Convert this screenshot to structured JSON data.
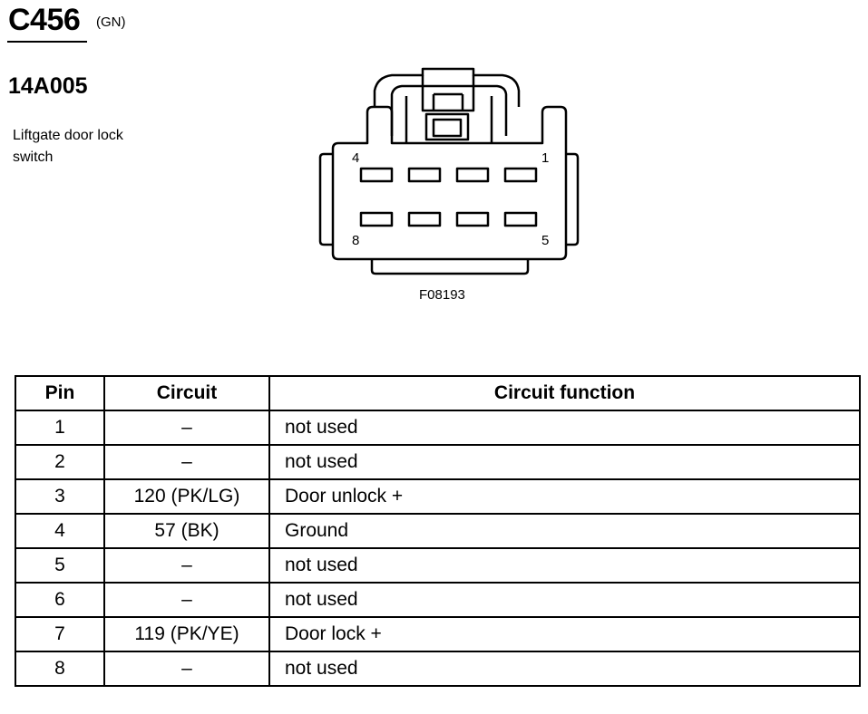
{
  "header": {
    "connector_id": "C456",
    "connector_color": "(GN)",
    "part_number": "14A005",
    "description_line1": "Liftgate door lock",
    "description_line2": "switch"
  },
  "diagram": {
    "pin_label_top_left": "4",
    "pin_label_top_right": "1",
    "pin_label_bottom_left": "8",
    "pin_label_bottom_right": "5",
    "figure_code": "F08193"
  },
  "table": {
    "headers": [
      "Pin",
      "Circuit",
      "Circuit function"
    ],
    "rows": [
      {
        "pin": "1",
        "circuit": "–",
        "function": "not used"
      },
      {
        "pin": "2",
        "circuit": "–",
        "function": "not used"
      },
      {
        "pin": "3",
        "circuit": "120 (PK/LG)",
        "function": "Door unlock +"
      },
      {
        "pin": "4",
        "circuit": "57 (BK)",
        "function": "Ground"
      },
      {
        "pin": "5",
        "circuit": "–",
        "function": "not used"
      },
      {
        "pin": "6",
        "circuit": "–",
        "function": "not used"
      },
      {
        "pin": "7",
        "circuit": "119 (PK/YE)",
        "function": "Door lock +"
      },
      {
        "pin": "8",
        "circuit": "–",
        "function": "not used"
      }
    ]
  }
}
